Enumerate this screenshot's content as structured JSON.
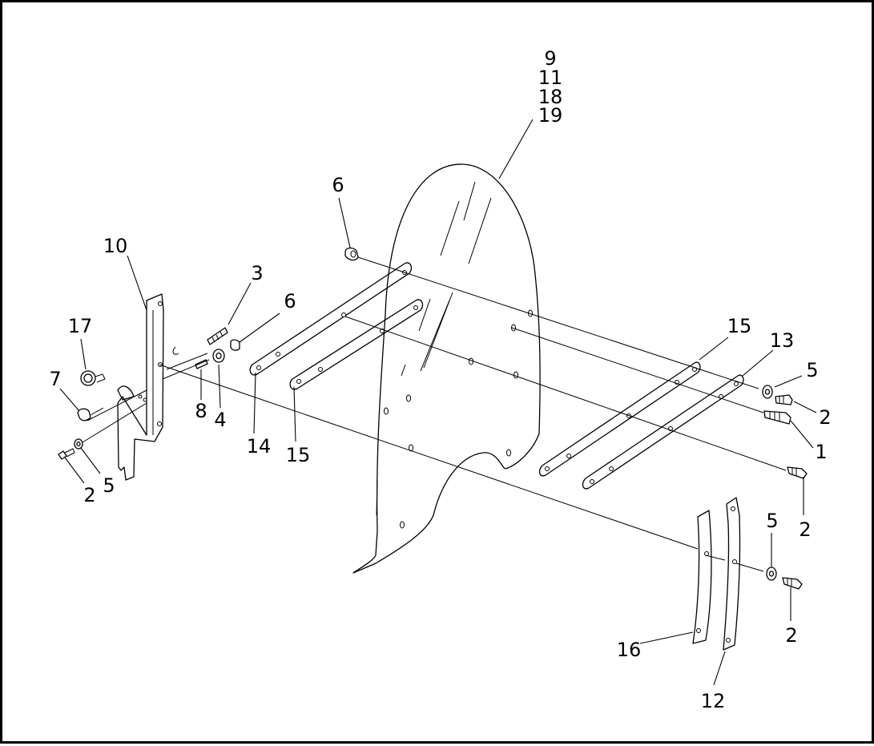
{
  "diagram": {
    "callouts": {
      "c1": "1",
      "c2a": "2",
      "c2b": "2",
      "c2c": "2",
      "c2d": "2",
      "c3": "3",
      "c4": "4",
      "c5a": "5",
      "c5b": "5",
      "c5c": "5",
      "c6a": "6",
      "c6b": "6",
      "c7": "7",
      "c8": "8",
      "c9": "9",
      "c10": "10",
      "c11": "11",
      "c12": "12",
      "c13": "13",
      "c14": "14",
      "c15a": "15",
      "c15b": "15",
      "c16": "16",
      "c17": "17",
      "c18": "18",
      "c19": "19"
    }
  }
}
